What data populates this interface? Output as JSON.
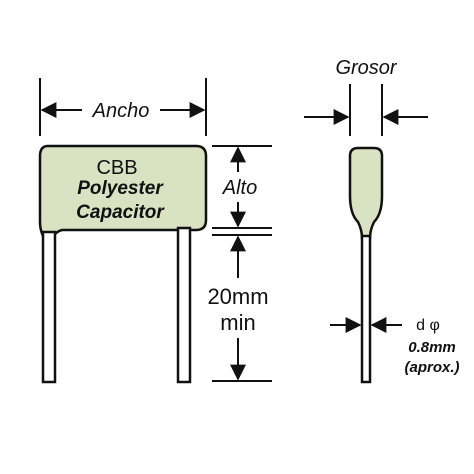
{
  "labels": {
    "width": "Ancho",
    "thickness": "Grosor",
    "height": "Alto",
    "lead_length_value": "20mm",
    "lead_length_suffix": "min",
    "diameter_symbol": "d φ",
    "diameter_value": "0.8mm",
    "diameter_note": "(aprox.)"
  },
  "capacitor_text": {
    "line1": "CBB",
    "line2": "Polyester",
    "line3": "Capacitor"
  },
  "colors": {
    "body_fill": "#d9e2c3",
    "stroke": "#111111",
    "background": "#ffffff"
  }
}
